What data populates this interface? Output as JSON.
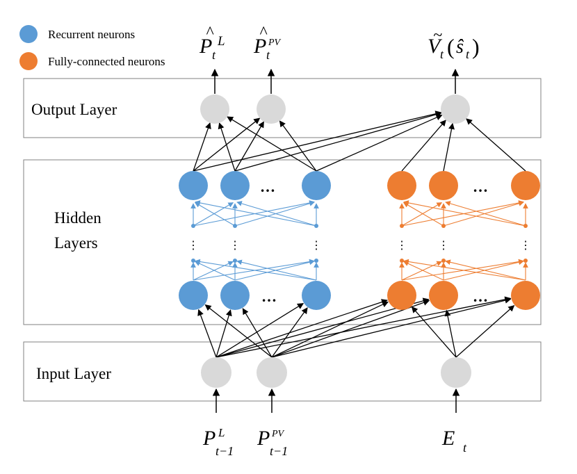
{
  "legend": {
    "recurrent_label": "Recurrent neurons",
    "fc_label": "Fully-connected neurons"
  },
  "layers": {
    "output": "Output Layer",
    "hidden_line1": "Hidden",
    "hidden_line2": "Layers",
    "input": "Input Layer"
  },
  "colors": {
    "recurrent": "#5b9bd5",
    "fully_connected": "#ed7d31",
    "io_neuron": "#d9d9d9",
    "box_border": "#808080"
  },
  "symbols": {
    "ellipsis": "…",
    "vdots": "⋮"
  },
  "outputs": {
    "o1": {
      "base": "P",
      "sup": "L",
      "sub": "t",
      "accent": "^"
    },
    "o2": {
      "base": "P",
      "sup": "PV",
      "sub": "t",
      "accent": "^"
    },
    "o3": {
      "base": "V",
      "sub": "t",
      "arg": "ŝ",
      "arg_sub": "t",
      "accent": "~"
    }
  },
  "inputs": {
    "i1": {
      "base": "P",
      "sup": "L",
      "sub": "t−1"
    },
    "i2": {
      "base": "P",
      "sup": "PV",
      "sub": "t−1"
    },
    "i3": {
      "base": "E",
      "sub": "t"
    }
  }
}
